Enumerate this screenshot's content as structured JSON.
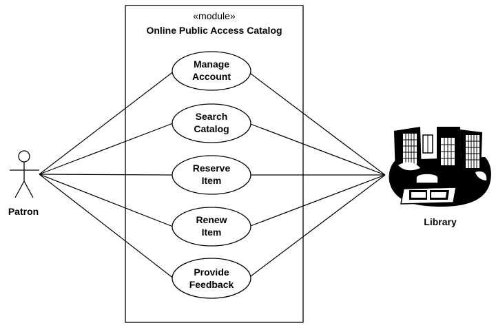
{
  "system": {
    "stereotype": "«module»",
    "name": "Online Public Access Catalog"
  },
  "actors": {
    "patron": {
      "label": "Patron",
      "icon": "stick-figure-icon"
    },
    "library": {
      "label": "Library",
      "icon": "library-building-icon"
    }
  },
  "use_cases": [
    {
      "line1": "Manage",
      "line2": "Account"
    },
    {
      "line1": "Search",
      "line2": "Catalog"
    },
    {
      "line1": "Reserve",
      "line2": "Item"
    },
    {
      "line1": "Renew",
      "line2": "Item"
    },
    {
      "line1": "Provide",
      "line2": "Feedback"
    }
  ],
  "colors": {
    "stroke": "#000000",
    "background": "#ffffff"
  }
}
